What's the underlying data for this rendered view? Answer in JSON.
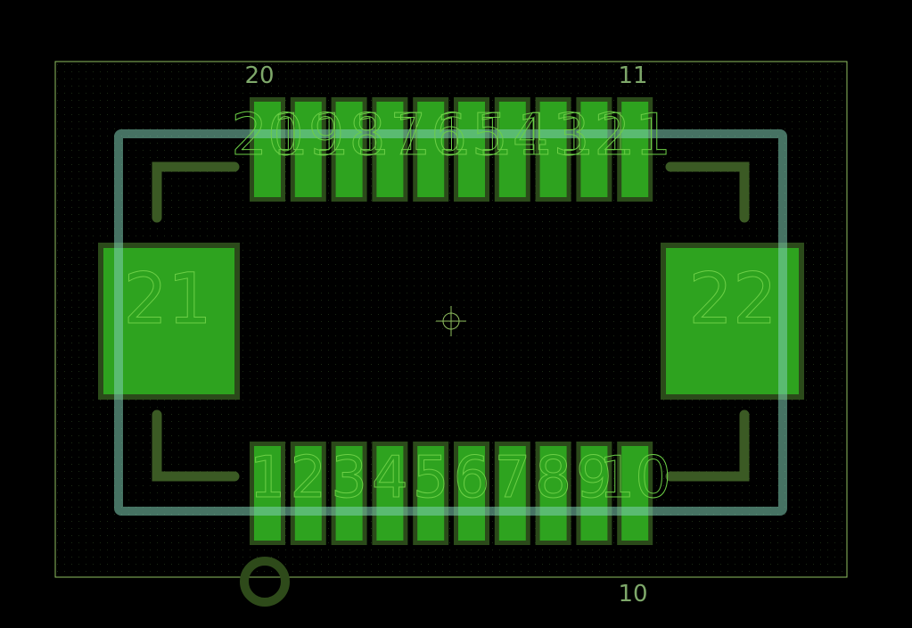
{
  "view": "pcb-footprint-editor",
  "colors": {
    "background": "#000000",
    "courtyard": "#8fbf5f",
    "pad_fill": "#2ea31f",
    "pad_edge": "#2b4a1a",
    "silkscreen": "#3b5a24",
    "fab_outline": "#4a8f7a",
    "pad_text": "#6ccf46",
    "label_text": "#7ea86a",
    "pin1_marker": "#2e4a1a"
  },
  "icons": {
    "origin": "crosshair-icon",
    "pin1": "pin1-circle-icon"
  },
  "labels": {
    "top_left": "20",
    "top_right": "11",
    "bottom_right": "10"
  },
  "top_row_pads": [
    "20",
    "19",
    "18",
    "17",
    "16",
    "15",
    "14",
    "13",
    "12",
    "11"
  ],
  "bottom_row_pads": [
    "1",
    "2",
    "3",
    "4",
    "5",
    "6",
    "7",
    "8",
    "9",
    "10"
  ],
  "big_pads": [
    {
      "number": "21"
    },
    {
      "number": "22"
    }
  ]
}
